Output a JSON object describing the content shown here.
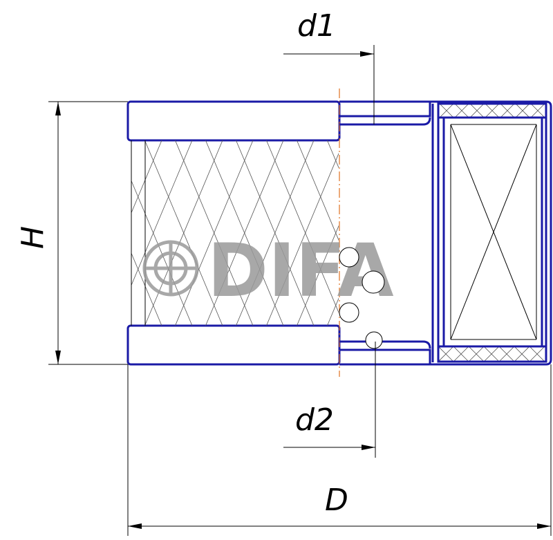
{
  "dimensions": {
    "d1": "d1",
    "d2": "d2",
    "H": "H",
    "D": "D"
  },
  "watermark": {
    "text": "DIFA",
    "logo": "difa-logo-icon"
  },
  "colors": {
    "outline": "#1a1aa6",
    "centerline": "#e07020",
    "dimension": "#000000",
    "watermark": "#9a9a9a"
  }
}
